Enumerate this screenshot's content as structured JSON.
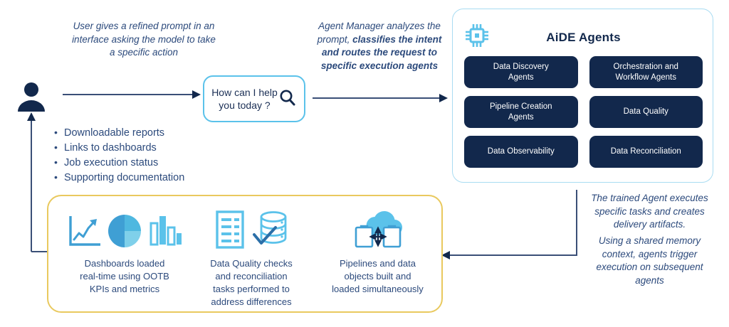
{
  "flow": {
    "user_note": "User gives a refined\nprompt in an interface\nasking the model to\ntake a specific action",
    "agent_manager_note_plain": "Agent Manager analyzes the prompt, ",
    "agent_manager_note_bold": "classifies the intent and routes the request to specific execution agents",
    "user_icon": "user-icon",
    "arrow_user_to_prompt": "arrow-right",
    "arrow_prompt_to_agents": "arrow-right",
    "arrow_agents_to_outcomes": "arrow-left-elbow",
    "arrow_outcomes_to_user": "arrow-up"
  },
  "prompt": {
    "text": "How can I help\nyou today ?",
    "search_icon": "search-icon"
  },
  "deliverables": {
    "items": [
      "Downloadable reports",
      "Links to dashboards",
      "Job execution status",
      "Supporting documentation"
    ]
  },
  "aide": {
    "title": "AiDE Agents",
    "chip_icon": "chip-icon",
    "agents": [
      "Data Discovery\nAgents",
      "Orchestration and\nWorkflow Agents",
      "Pipeline Creation\nAgents",
      "Data Quality",
      "Data Observability",
      "Data Reconciliation"
    ]
  },
  "outcomes": {
    "columns": [
      {
        "icons": [
          "line-chart-icon",
          "pie-chart-icon",
          "bar-chart-icon"
        ],
        "caption": "Dashboards loaded\nreal-time using OOTB\nKPIs and metrics"
      },
      {
        "icons": [
          "checklist-document-icon",
          "database-check-icon"
        ],
        "caption": "Data Quality checks\nand reconciliation\ntasks performed to\naddress differences"
      },
      {
        "icons": [
          "cloud-clipboards-sync-icon"
        ],
        "caption": "Pipelines and data\nobjects built and\nloaded simultaneously"
      }
    ]
  },
  "execution_note": {
    "paragraph1": "The trained Agent executes\nspecific tasks and creates\ndelivery artifacts.",
    "paragraph2": "Using a shared memory\ncontext, agents trigger\nexecution on subsequent\nagents"
  },
  "colors": {
    "navy": "#12284c",
    "text_blue": "#2c4a7c",
    "light_blue": "#5bc2ea",
    "mid_blue": "#3f9fd4",
    "gold": "#e9c95e",
    "arrow": "#3a4f77"
  }
}
